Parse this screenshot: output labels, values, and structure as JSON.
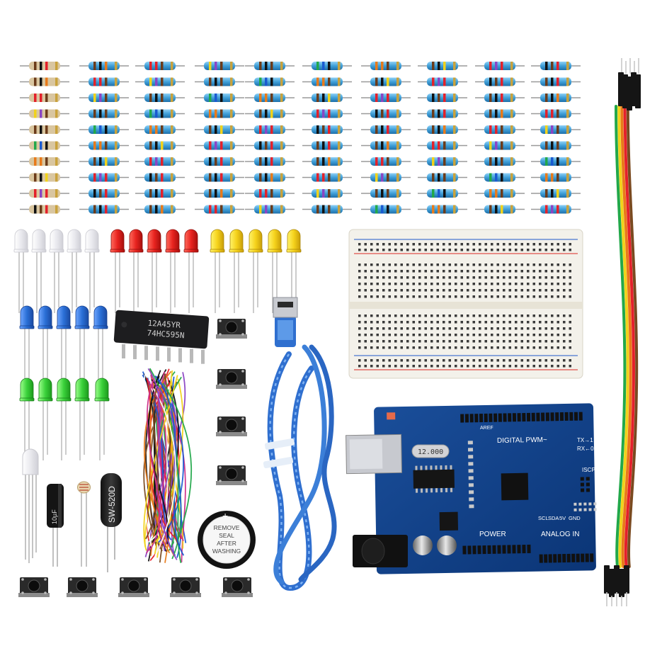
{
  "colors": {
    "background": "#ffffff",
    "resistor_body": "#3f9fd8",
    "led_white": "#f4f4f4",
    "led_red": "#e8231f",
    "led_yellow": "#f5d21b",
    "led_blue": "#2a6fd6",
    "led_green": "#3bd13b",
    "board_blue": "#0d3f86",
    "usb_cable": "#3c7fd8",
    "breadboard": "#f3f1ea"
  },
  "chip": {
    "line1": "12A45YR",
    "line2": "74HC595N"
  },
  "sensor": {
    "label": "SW-520D"
  },
  "capacitor": {
    "label": "10µF"
  },
  "buzzer": {
    "line1": "REMOVE",
    "line2": "SEAL",
    "line3": "AFTER",
    "line4": "WASHING",
    "plus": "+"
  },
  "board": {
    "digital": "DIGITAL PWM~",
    "power": "POWER",
    "analog": "ANALOG IN",
    "crystal": "12.000",
    "tx": "TX→1",
    "rx": "RX←0",
    "icsp": "ISCP",
    "pin_labels": [
      "SCL",
      "SDA",
      "5V",
      "GND"
    ],
    "aref": "AREF"
  },
  "counts": {
    "resistor_columns": 10,
    "resistor_rows": 10,
    "leds_per_color": 5,
    "buttons_bottom": 5,
    "buttons_middle": 4
  }
}
